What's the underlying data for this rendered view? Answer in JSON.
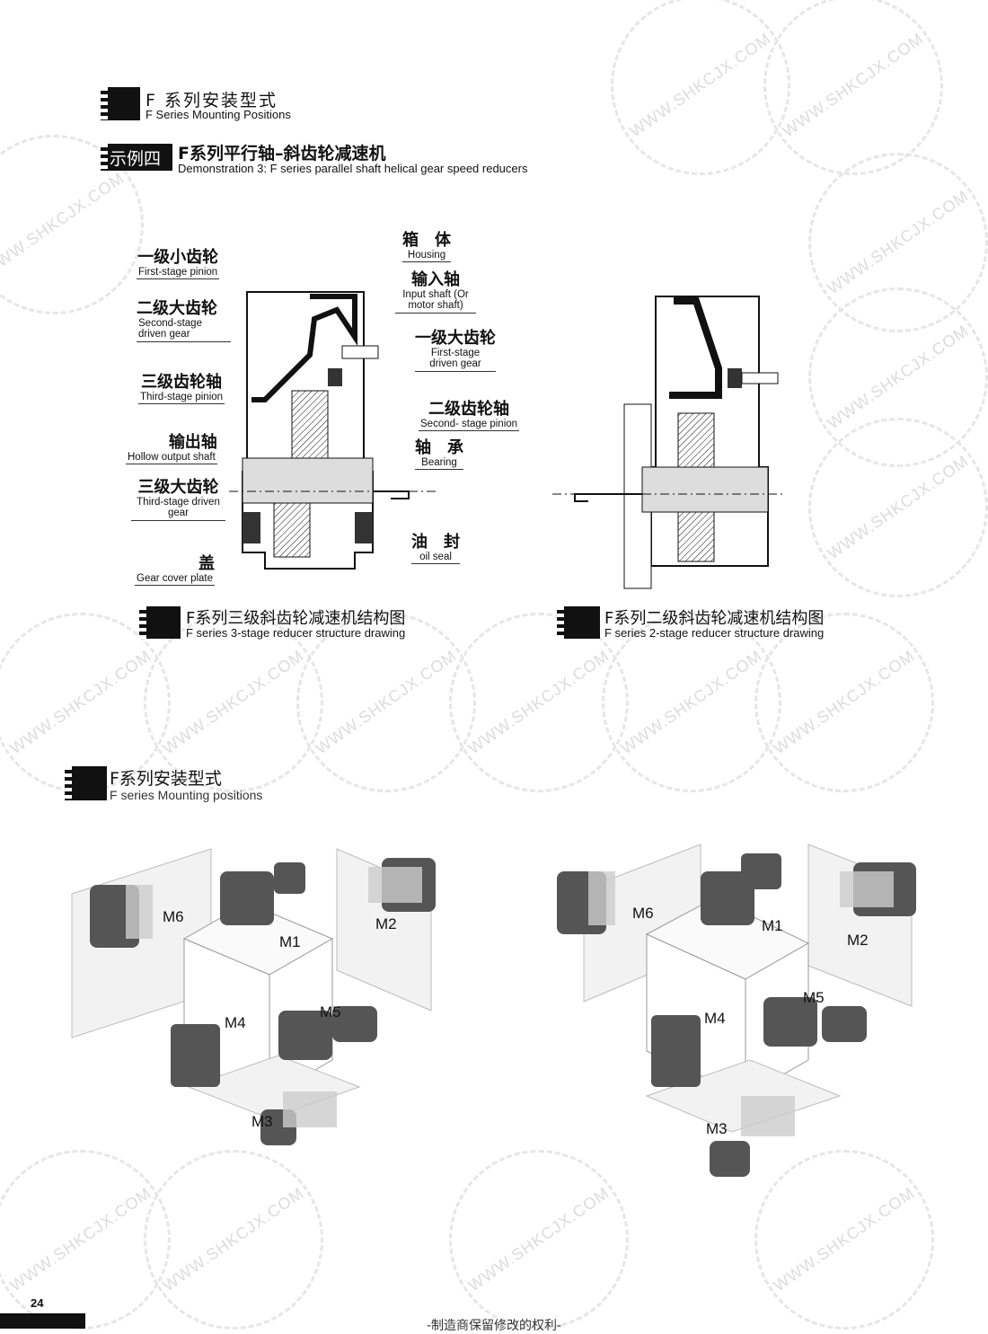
{
  "watermark": "WWW.SHKCJX.COM",
  "header": {
    "title_cn": "F 系列安装型式",
    "title_en": "F Series Mounting Positions"
  },
  "demo": {
    "badge": "示例四",
    "title_cn": "F系列平行轴–斜齿轮减速机",
    "title_en": "Demonstration 3:  F series parallel shaft helical gear speed reducers"
  },
  "labels": [
    {
      "cn": "箱　体",
      "en": "Housing"
    },
    {
      "cn": "一级小齿轮",
      "en": "First-stage pinion"
    },
    {
      "cn": "输入轴",
      "en": "Input shaft (Or motor shaft)"
    },
    {
      "cn": "二级大齿轮",
      "en": "Second-stage driven gear"
    },
    {
      "cn": "一级大齿轮",
      "en": "First-stage driven gear"
    },
    {
      "cn": "三级齿轮轴",
      "en": "Third-stage pinion"
    },
    {
      "cn": "二级齿轮轴",
      "en": "Second- stage pinion"
    },
    {
      "cn": "输出轴",
      "en": "Hollow output shaft"
    },
    {
      "cn": "轴　承",
      "en": "Bearing"
    },
    {
      "cn": "三级大齿轮",
      "en": "Third-stage driven gear"
    },
    {
      "cn": "油　封",
      "en": "oil seal"
    },
    {
      "cn": "盖",
      "en": "Gear cover plate"
    }
  ],
  "captions": [
    {
      "cn": "F系列三级斜齿轮减速机结构图",
      "en": "F series 3-stage reducer structure drawing"
    },
    {
      "cn": "F系列二级斜齿轮减速机结构图",
      "en": "F series 2-stage reducer structure drawing"
    }
  ],
  "mounting": {
    "title_cn": "F系列安装型式",
    "title_en": "F series Mounting positions",
    "left": [
      "M6",
      "M1",
      "M2",
      "M4",
      "M5",
      "M3"
    ],
    "right": [
      "M6",
      "M1",
      "M2",
      "M4",
      "M5",
      "M3"
    ]
  },
  "page_number": "24",
  "footer": "-制造商保留修改的权利-"
}
